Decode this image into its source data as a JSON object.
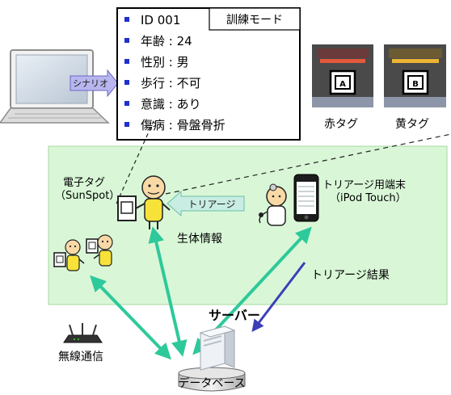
{
  "info_box": {
    "mode_label": "訓練モード",
    "items": [
      "ID 001",
      "年齢 : 24",
      "性別 : 男",
      "歩行 : 不可",
      "意識 : あり",
      "傷病 : 骨盤骨折"
    ]
  },
  "scenario_label": "シナリオ",
  "tags": {
    "red_label": "赤タグ",
    "yellow_label": "黄タグ",
    "red_marker": "A",
    "yellow_marker": "B"
  },
  "electronic_tag": {
    "line1": "電子タグ",
    "line2": "（SunSpot）"
  },
  "terminal": {
    "line1": "トリアージ用端末",
    "line2": "（iPod Touch）"
  },
  "triage_arrow_label": "トリアージ",
  "vital_info": "生体情報",
  "triage_result": "トリアージ結果",
  "server": "サーバー",
  "wireless": "無線通信",
  "database": "データベース",
  "colors": {
    "panel_fill": "#d9f7d7",
    "panel_border": "#a6d8a0",
    "teal_arrow": "#2ec99a",
    "blue_arrow": "#3d3fb8",
    "bullet": "#1f2fd0",
    "yellow_body": "#f7e23a"
  }
}
